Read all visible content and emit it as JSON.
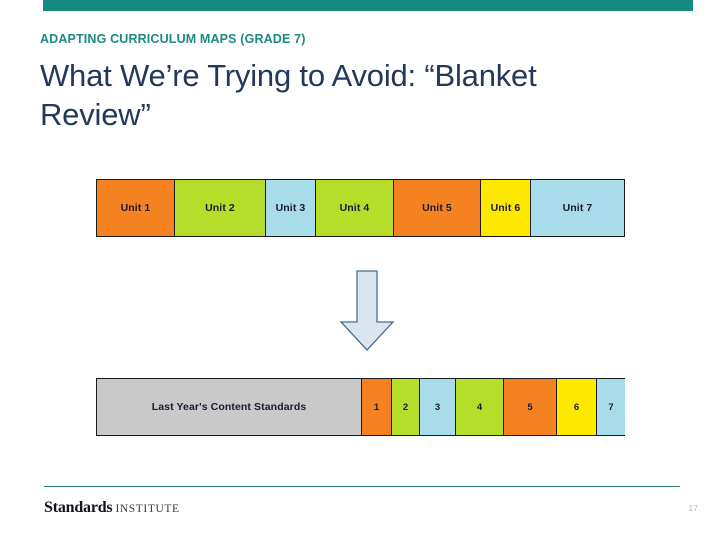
{
  "theme": {
    "accent_teal": "#15897f",
    "title_navy": "#23395b",
    "rule_teal": "#2f7d6f",
    "gray_bar": "#c9c9c9",
    "arrow_fill": "#dae5f0",
    "arrow_stroke": "#4a6f91",
    "outline": "#1b1b1b"
  },
  "header": {
    "eyebrow": "ADAPTING CURRICULUM MAPS (GRADE 7)",
    "title": "What We’re Trying to Avoid: “Blanket Review”"
  },
  "diagram": {
    "units_row": {
      "cells": [
        {
          "label": "Unit 1",
          "color": "#f58220",
          "width": 78
        },
        {
          "label": "Unit 2",
          "color": "#b5dd29",
          "width": 91
        },
        {
          "label": "Unit 3",
          "color": "#a8dceb",
          "width": 50
        },
        {
          "label": "Unit 4",
          "color": "#b5dd29",
          "width": 78
        },
        {
          "label": "Unit 5",
          "color": "#f58220",
          "width": 87
        },
        {
          "label": "Unit 6",
          "color": "#ffe800",
          "width": 50
        },
        {
          "label": "Unit 7",
          "color": "#a8dceb",
          "width": 93
        }
      ]
    },
    "arrow": {
      "icon": "arrow-down-icon",
      "direction": "down"
    },
    "standards_row": {
      "label": "Last Year's Content Standards",
      "label_color": "#c9c9c9",
      "cells": [
        {
          "label": "1",
          "color": "#f58220",
          "width": 30
        },
        {
          "label": "2",
          "color": "#b5dd29",
          "width": 28
        },
        {
          "label": "3",
          "color": "#a8dceb",
          "width": 36
        },
        {
          "label": "4",
          "color": "#b5dd29",
          "width": 48
        },
        {
          "label": "5",
          "color": "#f58220",
          "width": 53
        },
        {
          "label": "6",
          "color": "#ffe800",
          "width": 40
        },
        {
          "label": "7",
          "color": "#a8dceb",
          "width": 28
        }
      ]
    }
  },
  "footer": {
    "logo_primary": "Standards",
    "logo_secondary": "INSTITUTE",
    "page_number": "17"
  }
}
